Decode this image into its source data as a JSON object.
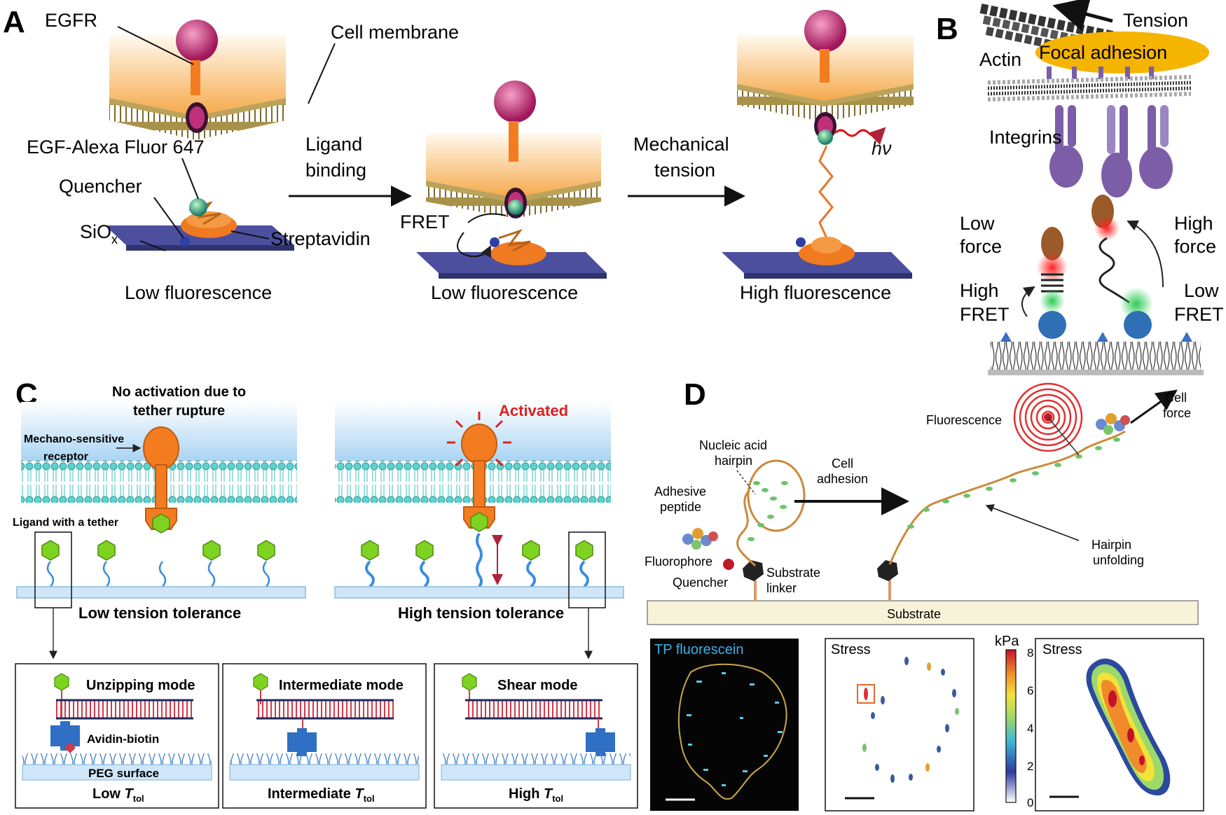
{
  "panels": {
    "A": {
      "letter": "A",
      "egfr": "EGFR",
      "cell_membrane": "Cell membrane",
      "egf_alexa": "EGF-Alexa Fluor 647",
      "quencher": "Quencher",
      "siox": "SiO",
      "siox_sub": "x",
      "streptavidin": "Streptavidin",
      "ligand_binding_1": "Ligand",
      "ligand_binding_2": "binding",
      "mech_tension_1": "Mechanical",
      "mech_tension_2": "tension",
      "fret": "FRET",
      "hv": "hν",
      "states": [
        "Low fluorescence",
        "Low fluorescence",
        "High fluorescence"
      ]
    },
    "B": {
      "letter": "B",
      "tension": "Tension",
      "actin": "Actin",
      "focal_adhesion": "Focal adhesion",
      "integrins": "Integrins",
      "low_force_1": "Low",
      "low_force_2": "force",
      "high_force_1": "High",
      "high_force_2": "force",
      "high_fret_1": "High",
      "high_fret_2": "FRET",
      "low_fret_1": "Low",
      "low_fret_2": "FRET"
    },
    "C": {
      "letter": "C",
      "no_activation_1": "No activation due to",
      "no_activation_2": "tether rupture",
      "activated": "Activated",
      "mech_receptor_1": "Mechano-sensitive",
      "mech_receptor_2": "receptor",
      "ligand_tether": "Ligand with a tether",
      "low_tension": "Low tension tolerance",
      "high_tension": "High tension tolerance",
      "modes": [
        {
          "title": "Unzipping mode",
          "footer": "Low ",
          "t": "T",
          "sub": "tol"
        },
        {
          "title": "Intermediate mode",
          "footer": "Intermediate ",
          "t": "T",
          "sub": "tol"
        },
        {
          "title": "Shear mode",
          "footer": "High ",
          "t": "T",
          "sub": "tol"
        }
      ],
      "avidin_biotin": "Avidin-biotin",
      "peg_surface": "PEG surface"
    },
    "D": {
      "letter": "D",
      "nucleic_1": "Nucleic acid",
      "nucleic_2": "hairpin",
      "adhesive_1": "Adhesive",
      "adhesive_2": "peptide",
      "fluorophore": "Fluorophore",
      "quencher": "Quencher",
      "substrate_linker_1": "Substrate",
      "substrate_linker_2": "linker",
      "cell_adhesion_1": "Cell",
      "cell_adhesion_2": "adhesion",
      "fluorescence": "Fluorescence",
      "cell_force_1": "Cell",
      "cell_force_2": "force",
      "hairpin_unfolding_1": "Hairpin",
      "hairpin_unfolding_2": "unfolding",
      "substrate": "Substrate",
      "tp_fluorescein": "TP fluorescein",
      "stress": "Stress",
      "kpa": "kPa",
      "colorbar_ticks": [
        "8",
        "6",
        "4",
        "2",
        "0"
      ]
    }
  },
  "colors": {
    "membrane_orange": "#f7c27a",
    "substrate_blue": "#4b4f9e",
    "ligand_green": "#7ed321",
    "receptor_orange": "#f47c20",
    "tether_blue": "#3a8de0",
    "activated_red": "#e02020",
    "integrin_purple": "#7b5ea7"
  }
}
